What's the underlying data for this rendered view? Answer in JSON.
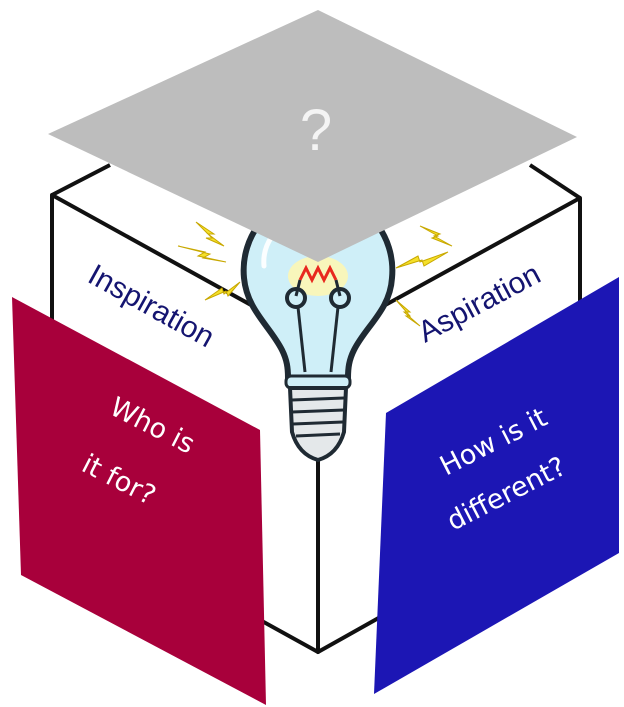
{
  "diagram": {
    "lid": {
      "symbol": "?",
      "color": "#bdbdbd",
      "symbol_color": "#f4f4f4"
    },
    "cube": {
      "edge_color": "#111111",
      "face_color": "#ffffff",
      "left_face_label": "Inspiration",
      "right_face_label": "Aspiration",
      "label_color": "#141470"
    },
    "bulb": {
      "icon": "lightbulb-icon",
      "glass_color": "#cfeff8",
      "filament_color": "#e8281e",
      "spark_color": "#f5e02a"
    },
    "left_panel": {
      "line1": "Who is",
      "line2": "it for?",
      "color": "#a8003b"
    },
    "right_panel": {
      "line1": "How is it",
      "line2": "different?",
      "color": "#1c16b4"
    }
  }
}
